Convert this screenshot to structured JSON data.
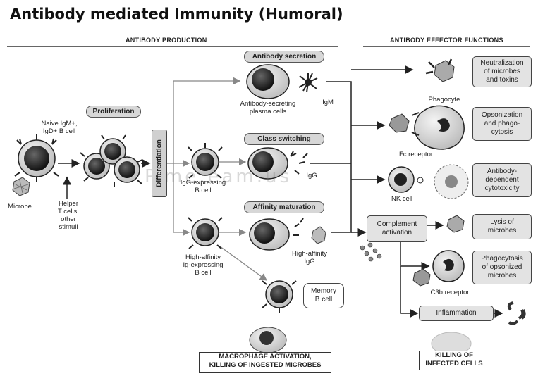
{
  "title": "Antibody mediated Immunity (Humoral)",
  "headers": {
    "production": "ANTIBODY PRODUCTION",
    "effector": "ANTIBODY EFFECTOR FUNCTIONS"
  },
  "naive_cell": "Naive IgM+,\nIgD+ B cell",
  "microbe": "Microbe",
  "helper": "Helper\nT cells,\nother stimuli",
  "proliferation": "Proliferation",
  "differentiation": "Differentiation",
  "antibody_secretion": "Antibody secretion",
  "plasma_cells": "Antibody-secreting\nplasma cells",
  "igm": "IgM",
  "class_switching": "Class switching",
  "igg_b_cell": "IgG-expressing\nB cell",
  "igg": "IgG",
  "affinity_maturation": "Affinity maturation",
  "high_affinity_b_cell": "High-affinity\nIg-expressing\nB cell",
  "high_affinity_igg": "High-affinity\nIgG",
  "memory_b_cell": "Memory\nB cell",
  "phagocyte": "Phagocyte",
  "fc_receptor": "Fc receptor",
  "nk_cell": "NK cell",
  "complement_activation": "Complement\nactivation",
  "c3b_receptor": "C3b receptor",
  "inflammation": "Inflammation",
  "effectors": {
    "neutralization": "Neutralization\nof microbes\nand toxins",
    "opsonization": "Opsonization\nand phago-\ncytosis",
    "adcc": "Antibody-\ndependent\ncytotoxicity",
    "lysis": "Lysis of\nmicrobes",
    "phagocytosis_opsonized": "Phagocytosis\nof opsonized\nmicrobes"
  },
  "bottom": {
    "macrophage": "MACROPHAGE ACTIVATION,\nKILLING OF INGESTED MICROBES",
    "killing": "KILLING OF\nINFECTED CELLS"
  }
}
